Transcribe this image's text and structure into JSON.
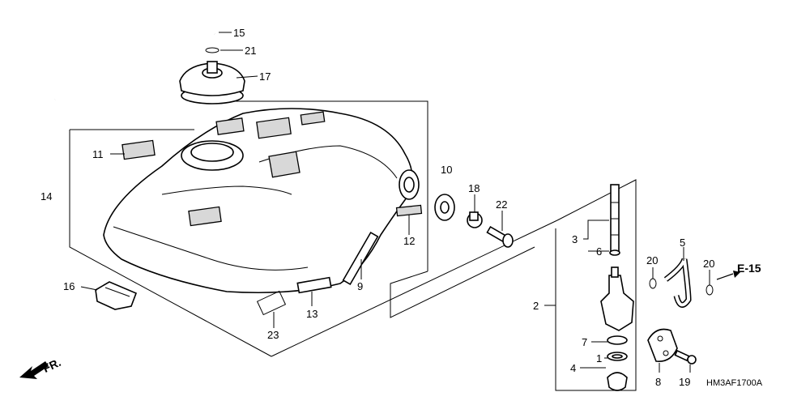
{
  "diagram_code": "HM3AF1700A",
  "front_marker": "FR.",
  "reference": "E-15",
  "callouts": {
    "c1": "1",
    "c2": "2",
    "c3": "3",
    "c4": "4",
    "c5": "5",
    "c6": "6",
    "c7": "7",
    "c8": "8",
    "c9": "9",
    "c10": "10",
    "c11": "11",
    "c12": "12",
    "c13": "13",
    "c14": "14",
    "c15": "15",
    "c16": "16",
    "c17": "17",
    "c18": "18",
    "c19": "19",
    "c20a": "20",
    "c20b": "20",
    "c21": "21",
    "c22": "22",
    "c23": "23"
  }
}
